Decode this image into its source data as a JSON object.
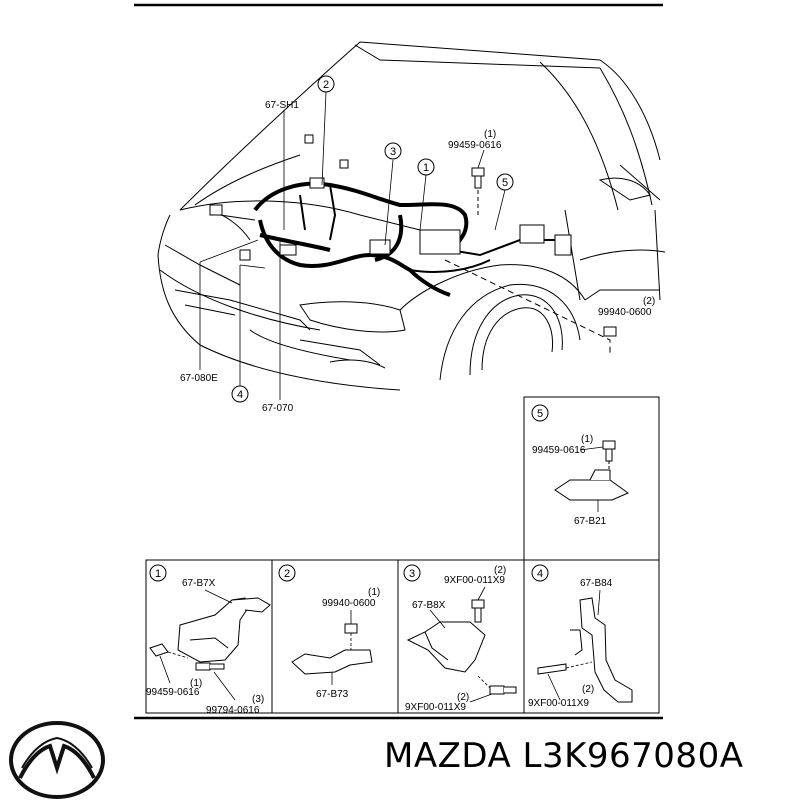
{
  "main_diagram": {
    "labels": {
      "sh1": "67-SH1",
      "c2_num": "2",
      "c3_num": "3",
      "c1_num": "1",
      "c5_num": "5",
      "c4_num": "4",
      "bolt_top_qty": "(1)",
      "bolt_top": "99459-0616",
      "nut_qty": "(2)",
      "nut": "99940-0600",
      "part_080e": "67-080E",
      "part_070": "67-070"
    }
  },
  "detail5": {
    "num": "5",
    "qty": "(1)",
    "bolt": "99459-0616",
    "bracket": "67-B21"
  },
  "detail1": {
    "num": "1",
    "bracket": "67-B7X",
    "qty1": "(1)",
    "bolt1": "99459-0616",
    "qty2": "(3)",
    "bolt2": "99794-0616"
  },
  "detail2": {
    "num": "2",
    "qty": "(1)",
    "nut": "99940-0600",
    "bracket": "67-B73"
  },
  "detail3": {
    "num": "3",
    "qty1": "(2)",
    "bolt1": "9XF00-011X9",
    "bracket": "67-B8X",
    "qty2": "(2)",
    "bolt2": "9XF00-011X9"
  },
  "detail4": {
    "num": "4",
    "bracket": "67-B84",
    "qty": "(2)",
    "bolt": "9XF00-011X9"
  },
  "brand": {
    "text": "MAZDA L3K967080A"
  }
}
